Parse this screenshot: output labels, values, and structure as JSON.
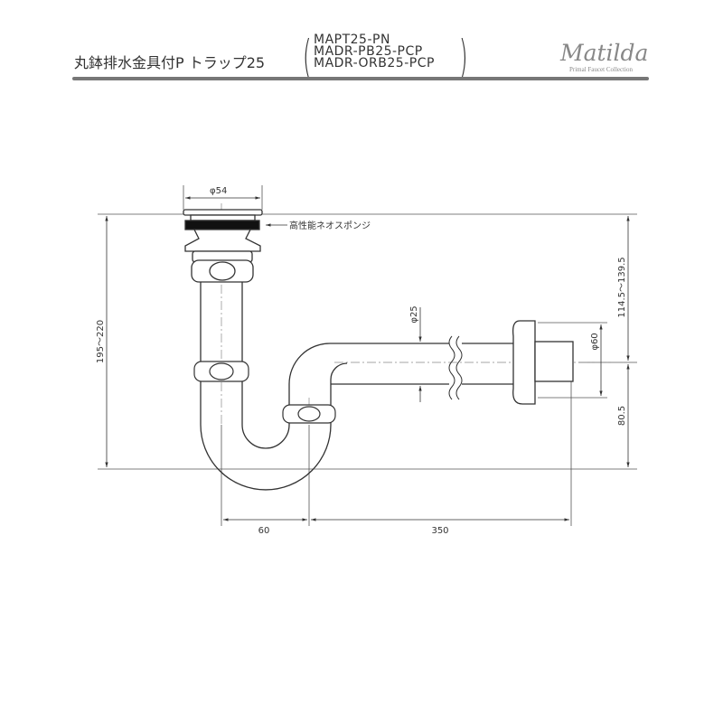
{
  "header": {
    "title": "丸鉢排水金具付P トラップ25",
    "models": [
      "MAPT25-PN",
      "MADR-PB25-PCP",
      "MADR-ORB25-PCP"
    ],
    "brand": "Matilda",
    "tagline": "Primal Faucet Collection"
  },
  "diagram": {
    "flange_diameter": "φ54",
    "sponge_label": "高性能ネオスポンジ",
    "total_height": "195～220",
    "outlet_height": "114.5～139.5",
    "outlet_center_height": "80.5",
    "wall_flange_diameter": "φ60",
    "pipe_diameter": "φ25",
    "offset_width": "60",
    "horizontal_length": "350"
  }
}
